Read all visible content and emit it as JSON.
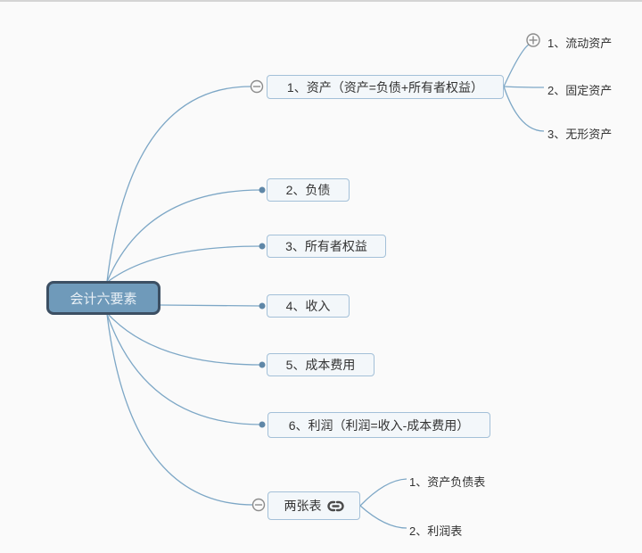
{
  "colors": {
    "background": "#fafafa",
    "root_fill": "#6f9aba",
    "root_border": "#3c4f63",
    "branch_border": "#a3c0d8",
    "branch_fill": "#f3f7fa",
    "connector_line": "#7da7c6",
    "connection_dot": "#5f87a7",
    "toggle_stroke": "#8c8c8c",
    "link_icon": "#4a4a4a"
  },
  "icons": {
    "collapse": "minus-icon",
    "expand": "plus-icon",
    "hyperlink": "link-icon"
  },
  "mindmap": {
    "root": {
      "label": "会计六要素"
    },
    "branches": [
      {
        "label": "1、资产（资产=负债+所有者权益）",
        "toggle": "minus",
        "children": [
          {
            "label": "1、流动资产",
            "toggle": "plus"
          },
          {
            "label": "2、固定资产"
          },
          {
            "label": "3、无形资产"
          }
        ]
      },
      {
        "label": "2、负债"
      },
      {
        "label": "3、所有者权益"
      },
      {
        "label": "4、收入"
      },
      {
        "label": "5、成本费用"
      },
      {
        "label": "6、利润（利润=收入-成本费用）"
      },
      {
        "label": "两张表",
        "toggle": "minus",
        "icon": "link-icon",
        "children": [
          {
            "label": "1、资产负债表"
          },
          {
            "label": "2、利润表"
          }
        ]
      }
    ]
  }
}
